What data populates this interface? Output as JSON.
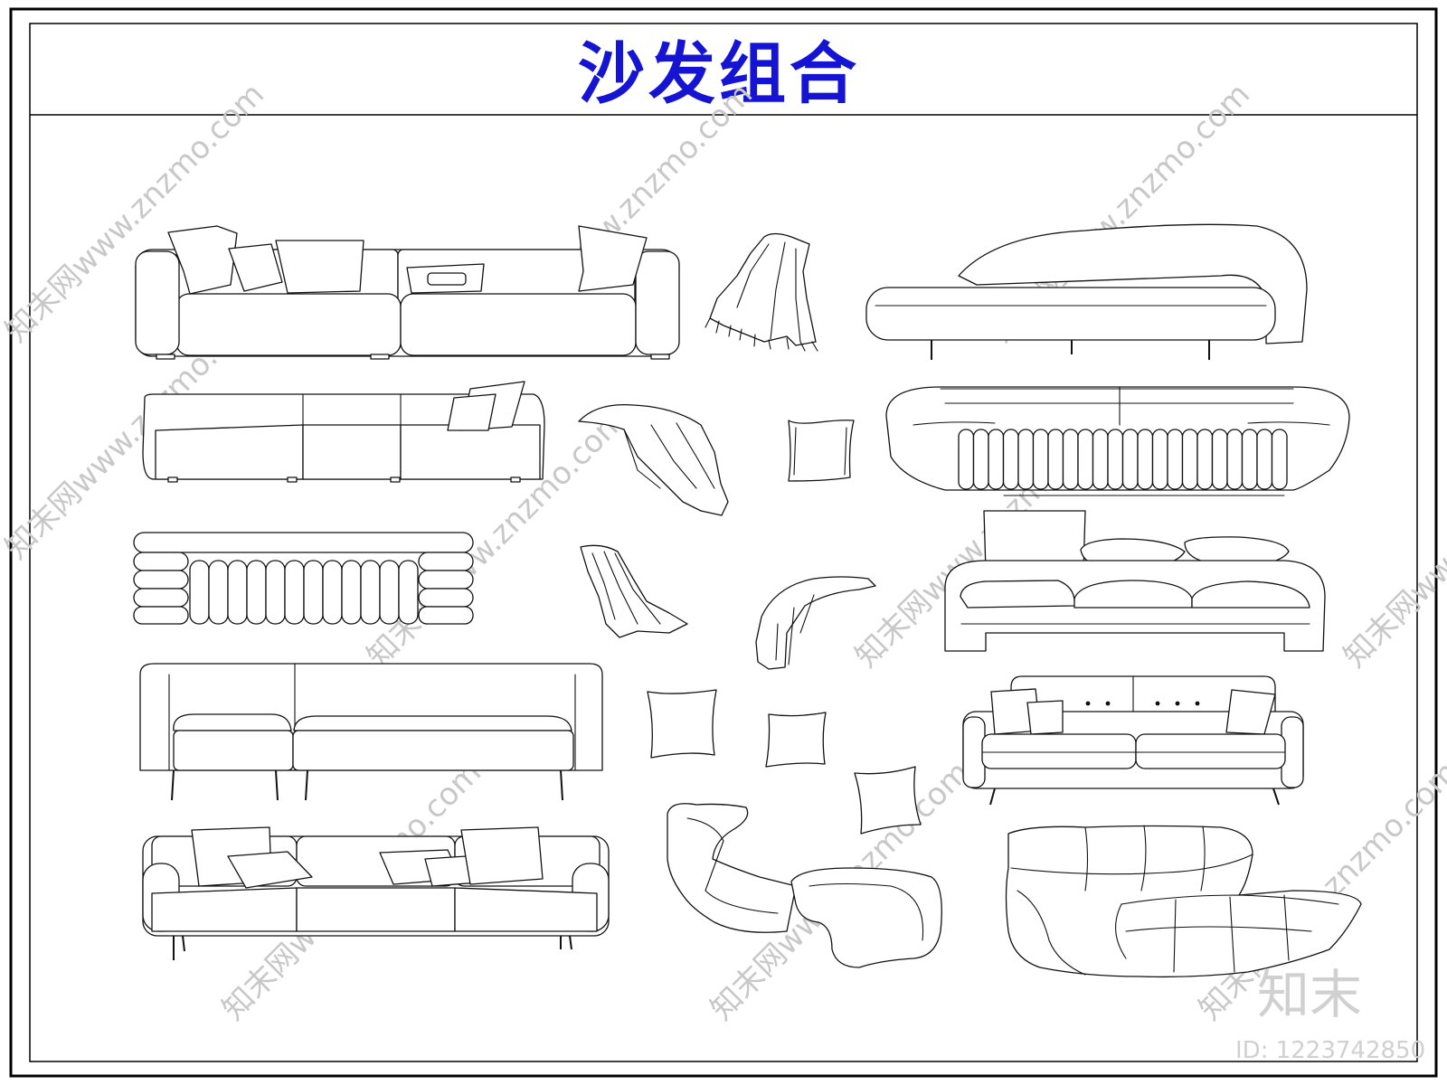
{
  "sheet": {
    "title": "沙发组合",
    "title_color": "#1414d2",
    "watermark_text": "知末网www.znzmo.com",
    "watermark_color": "#c8c8c8",
    "logo_text": "知末",
    "id_text": "ID: 1223742850",
    "logo_color": "#d0d0d0"
  }
}
